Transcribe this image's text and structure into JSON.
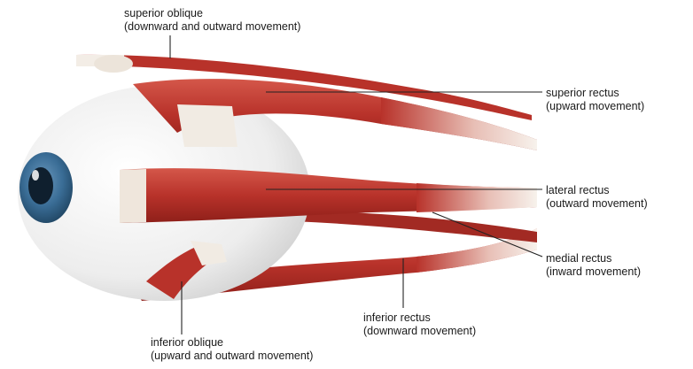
{
  "labels": {
    "superior_oblique": {
      "name": "superior oblique",
      "action": "(downward and outward movement)"
    },
    "superior_rectus": {
      "name": "superior rectus",
      "action": "(upward movement)"
    },
    "lateral_rectus": {
      "name": "lateral rectus",
      "action": "(outward movement)"
    },
    "medial_rectus": {
      "name": "medial rectus",
      "action": "(inward movement)"
    },
    "inferior_rectus": {
      "name": "inferior rectus",
      "action": "(downward movement)"
    },
    "inferior_oblique": {
      "name": "inferior oblique",
      "action": "(upward and outward movement)"
    }
  },
  "colors": {
    "muscle": "#b8322a",
    "muscle_light": "#d4574a",
    "tendon": "#f2ece4",
    "sclera": "#f4f4f4",
    "iris": "#3a6d96",
    "pupil": "#0f1f2e",
    "leader": "#222222"
  }
}
